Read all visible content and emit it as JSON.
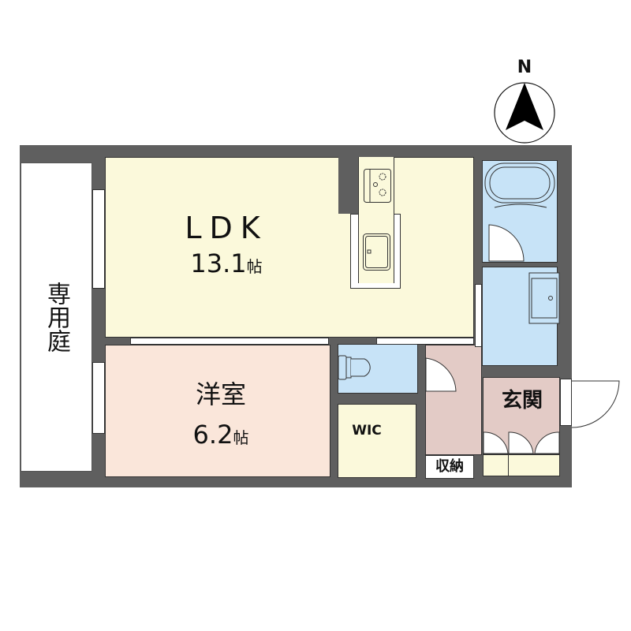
{
  "compass": {
    "label": "N"
  },
  "garden": {
    "label": "専用庭"
  },
  "rooms": {
    "ldk": {
      "name": "LDK",
      "size": "13.1",
      "unit": "帖"
    },
    "western": {
      "name": "洋室",
      "size": "6.2",
      "unit": "帖"
    },
    "wic": {
      "name": "WIC"
    },
    "storage": {
      "name": "収納"
    },
    "entrance": {
      "name": "玄関"
    }
  },
  "colors": {
    "wall": "#5f5f5f",
    "ldk": "#fbf9db",
    "western": "#fae6da",
    "water": "#c7e3f7",
    "hall": "#e3cbc6"
  }
}
